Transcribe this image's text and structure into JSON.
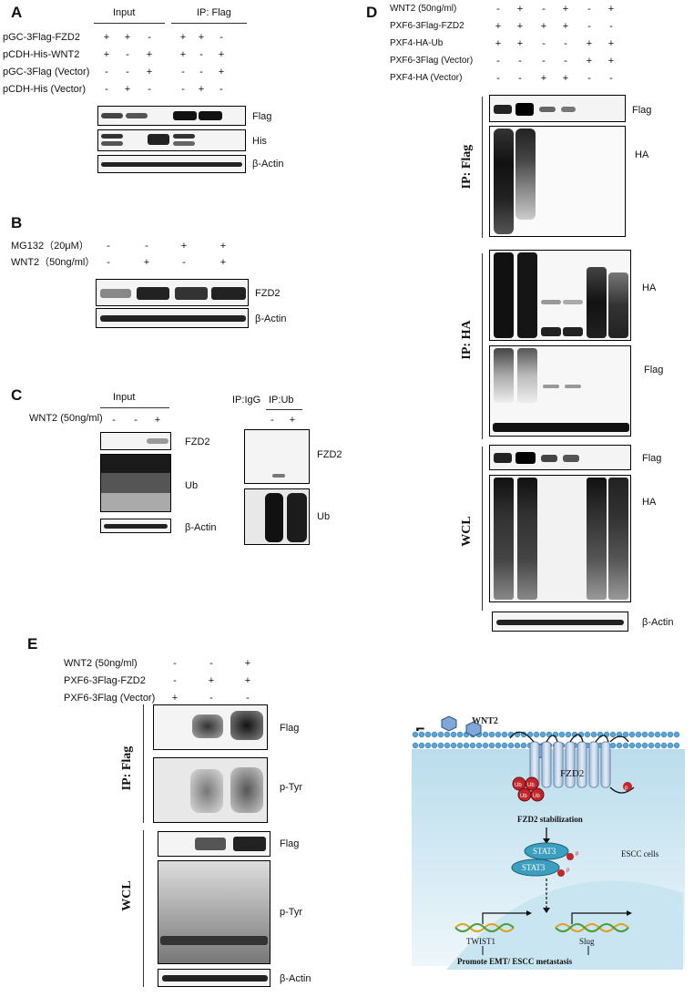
{
  "panels": {
    "A": {
      "letter": "A",
      "header_input": "Input",
      "header_ip": "IP: Flag",
      "rows": [
        {
          "label": "pGC-3Flag-FZD2",
          "marks": [
            "+",
            "+",
            "-",
            "+",
            "+",
            "-"
          ]
        },
        {
          "label": "pCDH-His-WNT2",
          "marks": [
            "+",
            "-",
            "+",
            "+",
            "-",
            "+"
          ]
        },
        {
          "label": "pGC-3Flag (Vector)",
          "marks": [
            "-",
            "-",
            "+",
            "-",
            "-",
            "+"
          ]
        },
        {
          "label": "pCDH-His (Vector)",
          "marks": [
            "-",
            "+",
            "-",
            "-",
            "+",
            "-"
          ]
        }
      ],
      "blots": [
        "Flag",
        "His",
        "β-Actin"
      ]
    },
    "B": {
      "letter": "B",
      "rows": [
        {
          "label": "MG132（20μM）",
          "marks": [
            "-",
            "-",
            "+",
            "+"
          ]
        },
        {
          "label": "WNT2（50ng/ml）",
          "marks": [
            "-",
            "+",
            "-",
            "+"
          ]
        }
      ],
      "blots": [
        "FZD2",
        "β-Actin"
      ]
    },
    "C": {
      "letter": "C",
      "header_input": "Input",
      "header_igg": "IP:IgG",
      "header_ub": "IP:Ub",
      "row_label": "WNT2 (50ng/ml)",
      "marks_input": [
        "-",
        "-",
        "+"
      ],
      "marks_ip": [
        "-",
        "+"
      ],
      "blots_left": [
        "FZD2",
        "Ub",
        "β-Actin"
      ],
      "blots_right": [
        "FZD2",
        "Ub"
      ]
    },
    "D": {
      "letter": "D",
      "rows": [
        {
          "label": "WNT2 (50ng/ml)",
          "marks": [
            "-",
            "+",
            "-",
            "+",
            "-",
            "+"
          ]
        },
        {
          "label": "PXF6-3Flag-FZD2",
          "marks": [
            "+",
            "+",
            "+",
            "+",
            "-",
            "-"
          ]
        },
        {
          "label": "PXF4-HA-Ub",
          "marks": [
            "+",
            "+",
            "-",
            "-",
            "+",
            "+"
          ]
        },
        {
          "label": "PXF6-3Flag (Vector)",
          "marks": [
            "-",
            "-",
            "-",
            "-",
            "+",
            "+"
          ]
        },
        {
          "label": "PXF4-HA (Vector)",
          "marks": [
            "-",
            "-",
            "+",
            "+",
            "-",
            "-"
          ]
        }
      ],
      "section_ipflag": "IP: Flag",
      "section_ipha": "IP: HA",
      "section_wcl": "WCL",
      "blots_ipflag": [
        "Flag",
        "HA"
      ],
      "blots_ipha": [
        "HA",
        "Flag"
      ],
      "blots_wcl": [
        "Flag",
        "HA",
        "β-Actin"
      ]
    },
    "E": {
      "letter": "E",
      "rows": [
        {
          "label": "WNT2 (50ng/ml)",
          "marks": [
            "-",
            "-",
            "+"
          ]
        },
        {
          "label": "PXF6-3Flag-FZD2",
          "marks": [
            "-",
            "+",
            "+"
          ]
        },
        {
          "label": "PXF6-3Flag (Vector)",
          "marks": [
            "+",
            "-",
            "-"
          ]
        }
      ],
      "section_ipflag": "IP: Flag",
      "section_wcl": "WCL",
      "blots_ipflag": [
        "Flag",
        "p-Tyr"
      ],
      "blots_wcl": [
        "Flag",
        "p-Tyr",
        "β-Actin"
      ]
    },
    "F": {
      "letter": "F",
      "wnt2": "WNT2",
      "fzd2": "FZD2",
      "ub": "Ub",
      "p": "p",
      "stabilization": "FZD2 stabilization",
      "stat3": "STAT3",
      "escc_cells": "ESCC cells",
      "twist1": "TWIST1",
      "slug": "Slug",
      "promote": "Promote EMT/ ESCC metastasis"
    }
  },
  "colors": {
    "membrane": "#5aa5d8",
    "cytoplasm": "#dff0f7",
    "nucleus": "#c7e3ef",
    "receptor": "#cfe0f0",
    "stat3": "#3c9fbf",
    "ub": "#c0262c",
    "wnt2_hex": "#4a7fc1"
  }
}
